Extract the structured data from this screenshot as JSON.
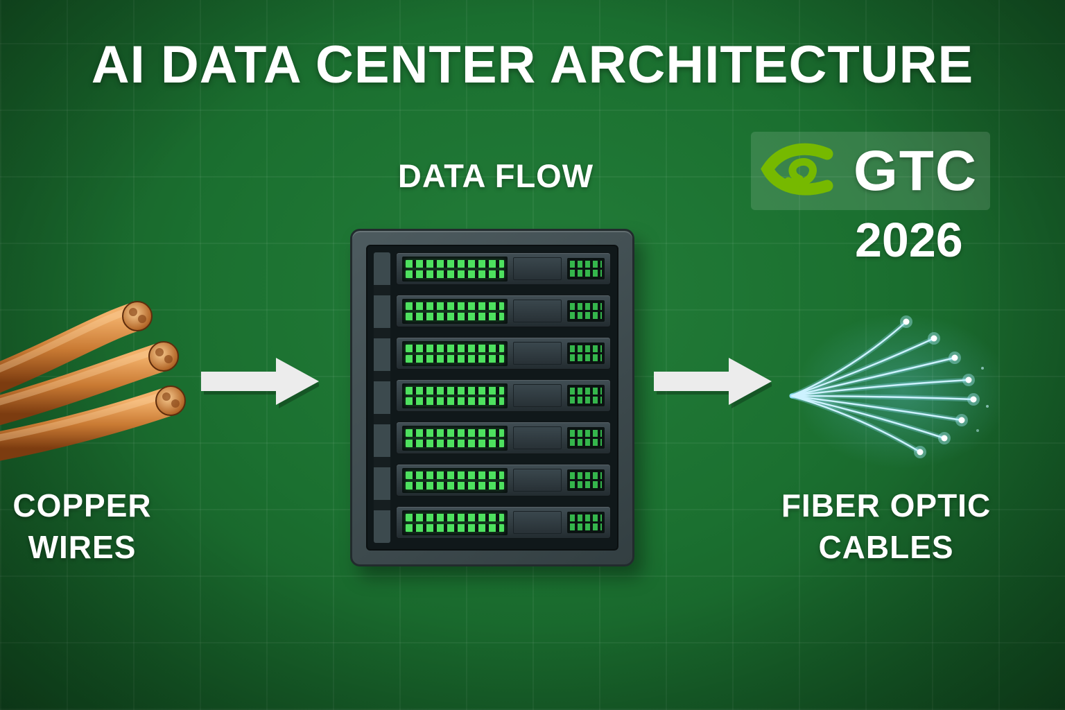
{
  "header": {
    "title": "AI DATA CENTER ARCHITECTURE"
  },
  "diagram": {
    "flow_label": "DATA FLOW",
    "left_node": {
      "label_line1": "COPPER",
      "label_line2": "WIRES"
    },
    "center_node": {
      "name": "server-rack",
      "server_count": 7
    },
    "right_node": {
      "label_line1": "FIBER OPTIC",
      "label_line2": "CABLES"
    }
  },
  "branding": {
    "name": "GTC",
    "year": "2026",
    "logo": "nvidia-eye-icon"
  },
  "colors": {
    "background_green": "#1b7030",
    "nvidia_green": "#76b900",
    "copper": "#c9742e",
    "fiber_blue": "#bfefff",
    "arrow": "#ececec",
    "led_green": "#4ee15f"
  }
}
